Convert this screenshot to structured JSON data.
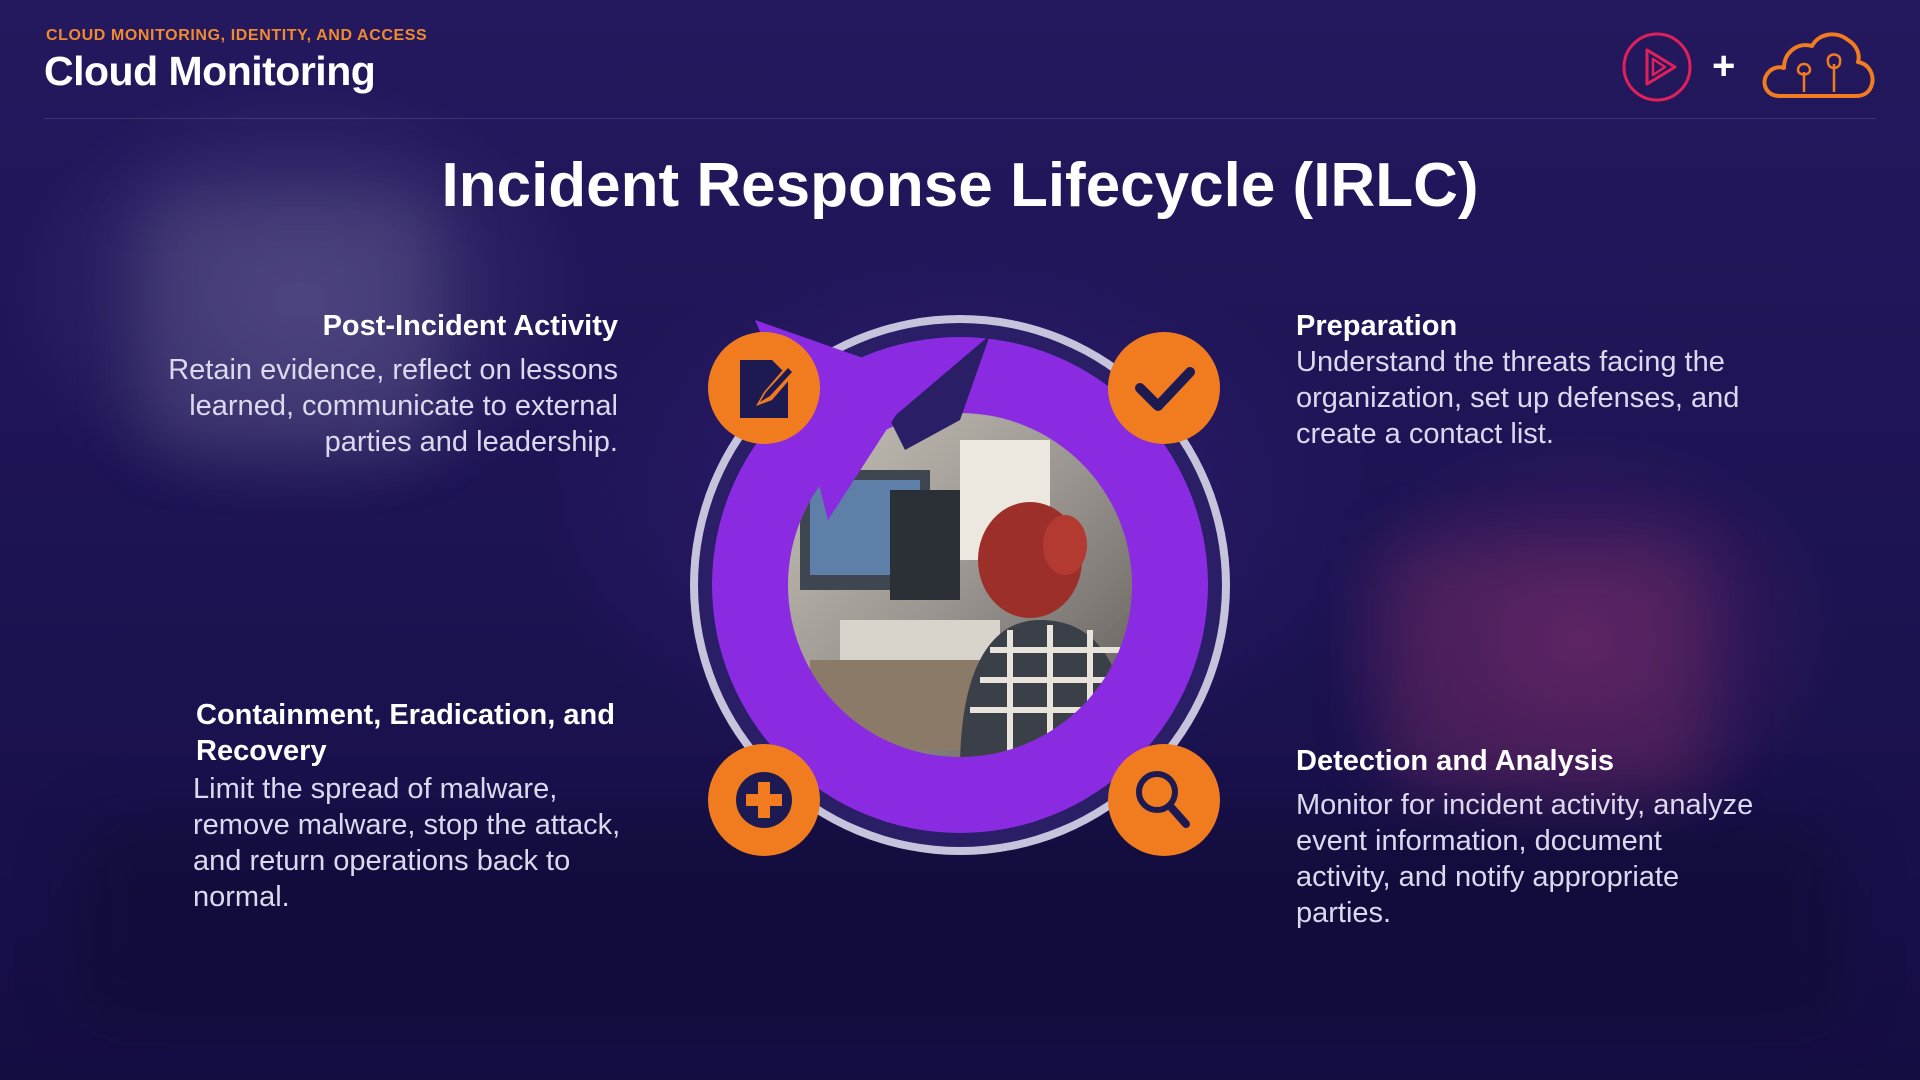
{
  "header": {
    "eyebrow": "CLOUD MONITORING, IDENTITY, AND ACCESS",
    "title": "Cloud Monitoring",
    "plus": "+"
  },
  "main": {
    "title": "Incident Response Lifecycle (IRLC)"
  },
  "lifecycle": {
    "sections": [
      {
        "heading": "Post-Incident Activity",
        "body": "Retain evidence, reflect on lessons learned, communicate to external parties and leadership.",
        "icon": "document-edit-icon"
      },
      {
        "heading": "Preparation",
        "body": "Understand the threats facing the organization, set up defenses, and create a contact list.",
        "icon": "checkmark-icon"
      },
      {
        "heading": "Containment, Eradication, and Recovery",
        "body": "Limit the spread of malware, remove malware, stop the attack, and return operations back to normal.",
        "icon": "medical-plus-icon"
      },
      {
        "heading": "Detection and Analysis",
        "body": "Monitor for incident activity, analyze event information, document activity, and notify appropriate parties.",
        "icon": "magnifier-icon"
      }
    ],
    "center_image": "person-at-computer-photo"
  },
  "colors": {
    "accent_orange": "#f07c1f",
    "cycle_purple": "#8a2be2",
    "ring_gray": "#c6c4dc",
    "icon_navy": "#1d1a52",
    "eyebrow_orange": "#f08a2e"
  }
}
